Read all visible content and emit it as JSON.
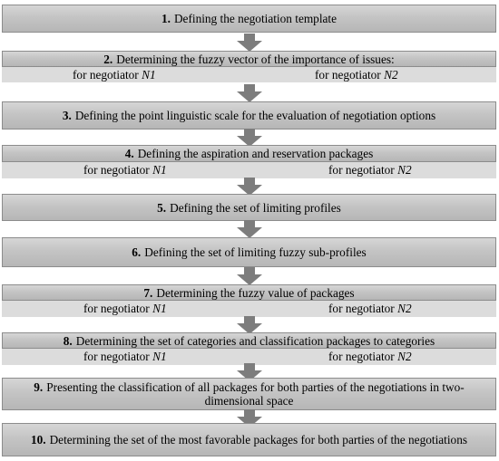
{
  "steps": [
    {
      "num": "1.",
      "text": "Defining the negotiation template"
    },
    {
      "num": "2.",
      "text": "Determining the fuzzy vector of the importance of issues:"
    },
    {
      "num": "3.",
      "text": "Defining the point linguistic scale for the evaluation of negotiation options"
    },
    {
      "num": "4.",
      "text": "Defining the  aspiration and reservation packages"
    },
    {
      "num": "5.",
      "text": "Defining the set of limiting profiles"
    },
    {
      "num": "6.",
      "text": "Defining the set of limiting fuzzy sub-profiles"
    },
    {
      "num": "7.",
      "text": "Determining the fuzzy value of packages"
    },
    {
      "num": "8.",
      "text": "Determining the set of categories and classification packages to categories"
    },
    {
      "num": "9.",
      "text": "Presenting the classification of all packages for both parties of the negotiations in two-dimensional space"
    },
    {
      "num": "10.",
      "text": "Determining the set of the most favorable packages for both parties of the negotiations"
    }
  ],
  "sub_labels": {
    "prefix": "for negotiator",
    "n1": "N1",
    "n2": "N2"
  },
  "colors": {
    "box_fill": "#c4c4c4",
    "sub_fill": "#dcdcdc",
    "arrow": "#7d7d7d"
  }
}
